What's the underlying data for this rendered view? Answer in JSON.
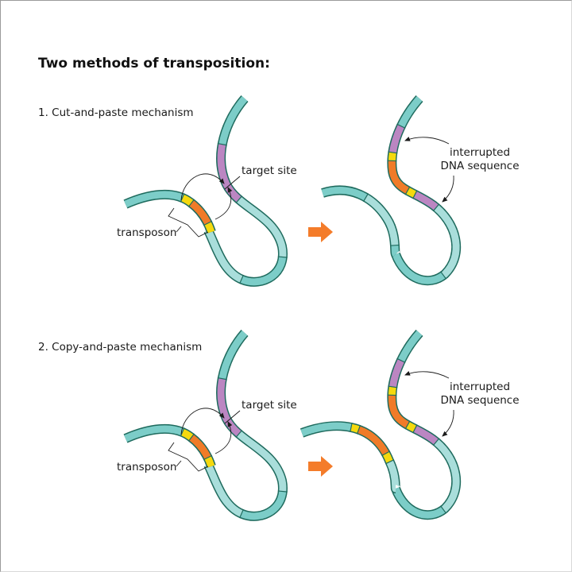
{
  "title": "Two methods of transposition:",
  "panels": [
    {
      "heading": "1. Cut-and-paste mechanism",
      "before": {
        "target_label": "target site",
        "transposon_label": "transposon"
      },
      "after": {
        "label_line1": "interrupted",
        "label_line2": "DNA sequence",
        "donor_retains_transposon": false
      }
    },
    {
      "heading": "2. Copy-and-paste mechanism",
      "before": {
        "target_label": "target site",
        "transposon_label": "transposon"
      },
      "after": {
        "label_line1": "interrupted",
        "label_line2": "DNA sequence",
        "donor_retains_transposon": true
      }
    }
  ],
  "icons": {
    "process_arrow": "right-arrow-icon"
  },
  "colors": {
    "dna_teal": "#7ccdc8",
    "dna_light": "#a9dedb",
    "dna_outline": "#1f6b5e",
    "target_purple": "#bb86c2",
    "transposon_orange": "#f07b28",
    "repeat_yellow": "#f5d90e",
    "arrow_orange": "#f47c2a"
  }
}
